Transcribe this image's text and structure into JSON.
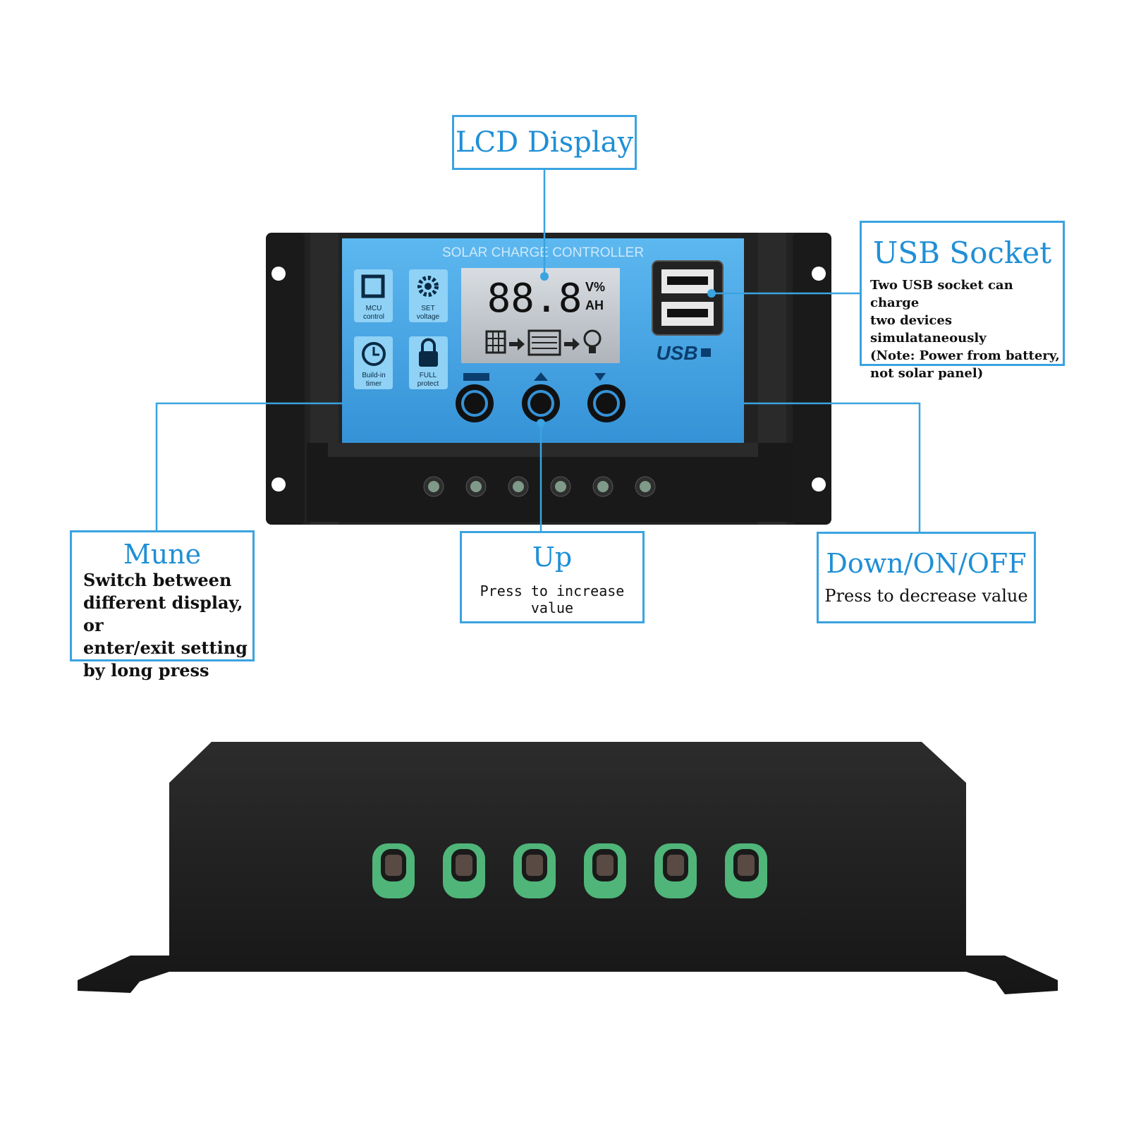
{
  "device": {
    "panel_label": "SOLAR CHARGE CONTROLLER",
    "lcd_digits": "88.8",
    "lcd_unit_top": "V%",
    "lcd_unit_bottom": "AH",
    "usb_logo": "USB",
    "features": [
      {
        "icon": "chip-icon",
        "label_line1": "MCU",
        "label_line2": "control"
      },
      {
        "icon": "gear-icon",
        "label_line1": "SET",
        "label_line2": "voltage"
      },
      {
        "icon": "clock-icon",
        "label_line1": "Build-in",
        "label_line2": "timer"
      },
      {
        "icon": "lock-icon",
        "label_line1": "FULL",
        "label_line2": "protect"
      }
    ],
    "buttons": [
      "menu-button",
      "up-button",
      "down-button"
    ],
    "terminal_count": 6
  },
  "callouts": {
    "lcd": {
      "title": "LCD Display"
    },
    "usb": {
      "title": "USB Socket",
      "desc": [
        "Two USB socket can charge",
        "two devices simulataneously",
        "(Note: Power from battery,",
        "not solar panel)"
      ]
    },
    "menu": {
      "title": "Mune",
      "desc": [
        "Switch between",
        "different display, or",
        "enter/exit setting",
        "by long press"
      ]
    },
    "up": {
      "title": "Up",
      "desc": "Press to increase value"
    },
    "down": {
      "title": "Down/ON/OFF",
      "desc": "Press to decrease value"
    }
  },
  "colors": {
    "accent": "#3aa3e0",
    "panel_blue": "#4aa8e8",
    "housing": "#1e1e1e",
    "terminal_green": "#4fb579"
  }
}
